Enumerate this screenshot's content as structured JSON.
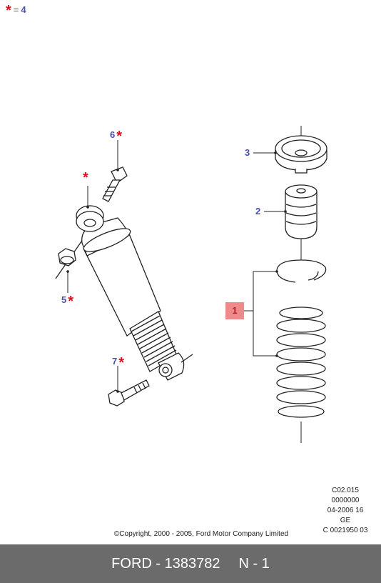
{
  "legend": {
    "star": "*",
    "equals": "=",
    "value": "4"
  },
  "callouts": {
    "c1": "1",
    "c2": "2",
    "c3": "3",
    "c5": "5",
    "c6": "6",
    "c7": "7"
  },
  "star": "*",
  "stamp": [
    "C02.015",
    "0000000",
    "04-2006 16",
    "GE",
    "C 0021950 03"
  ],
  "copyright": "©Copyright, 2000 - 2005, Ford Motor Company Limited",
  "footer": {
    "part": "FORD - 1383782",
    "page": "N - 1"
  }
}
